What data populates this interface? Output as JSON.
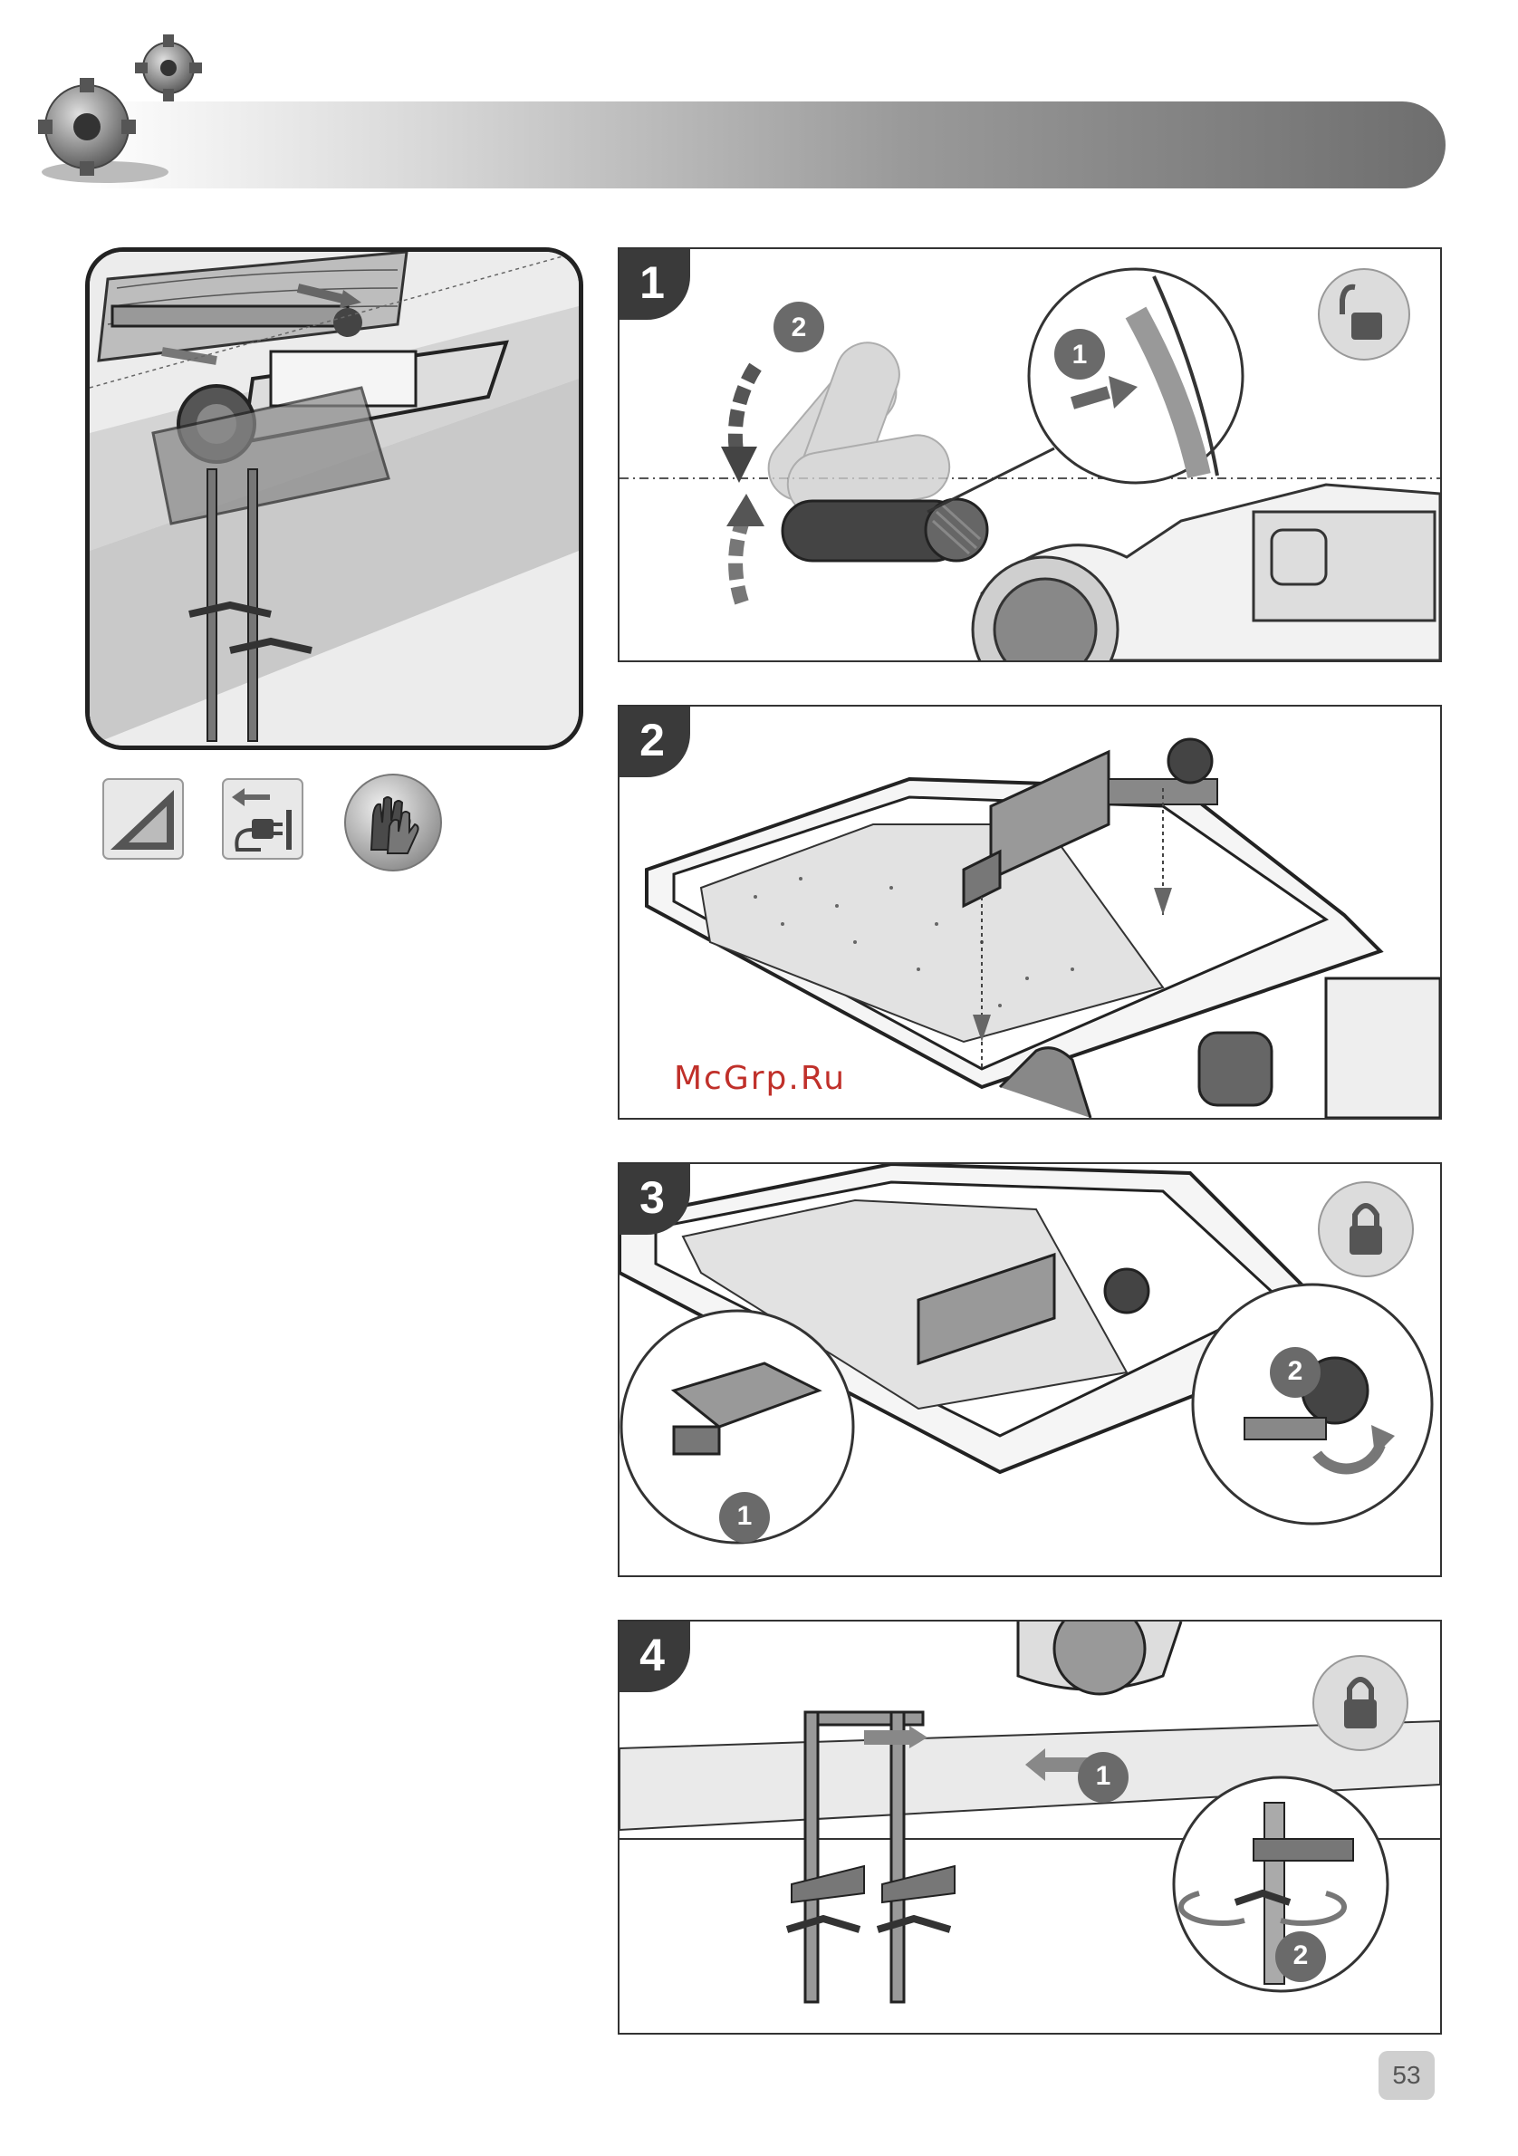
{
  "header": {
    "gear_icon": "gears-icon"
  },
  "safety_icons": [
    {
      "icon": "warning-triangle-icon"
    },
    {
      "icon": "unplug-icon"
    },
    {
      "icon": "gloves-icon"
    }
  ],
  "steps": [
    {
      "number": "1",
      "callouts": [
        "2",
        "1"
      ],
      "lock_icon": "unlocked-padlock-icon"
    },
    {
      "number": "2",
      "callouts": []
    },
    {
      "number": "3",
      "callouts": [
        "2",
        "1"
      ],
      "lock_icon": "locked-padlock-icon"
    },
    {
      "number": "4",
      "callouts": [
        "1",
        "2"
      ],
      "lock_icon": "locked-padlock-icon"
    }
  ],
  "watermark": "McGrp.Ru",
  "page_number": "53",
  "colors": {
    "header_dark": "#6e6e6e",
    "badge": "#3a3a3a",
    "watermark": "#c0302a"
  }
}
